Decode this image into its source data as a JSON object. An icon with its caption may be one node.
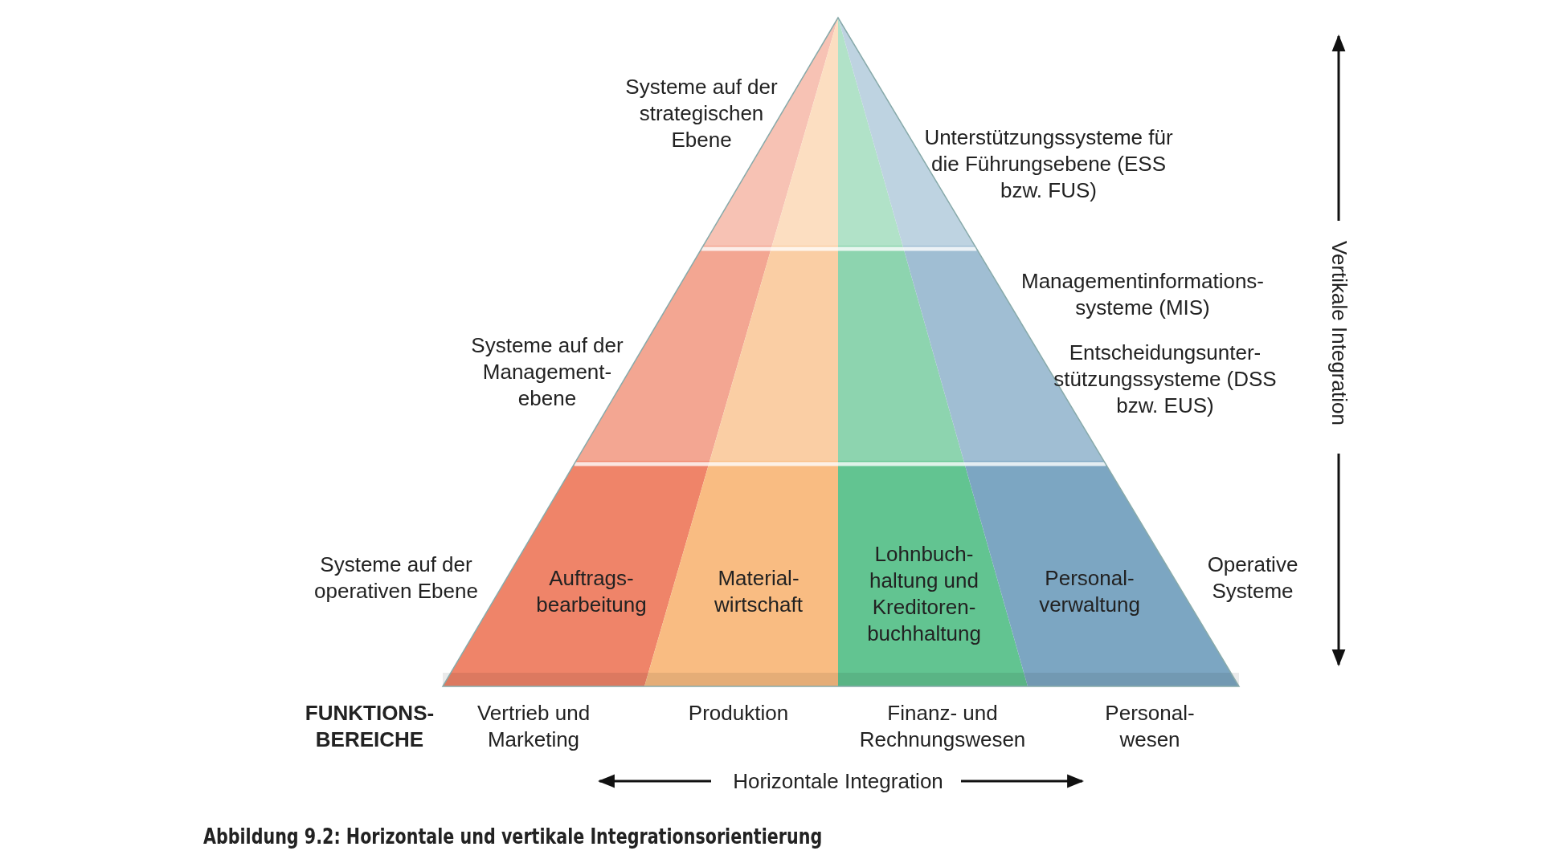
{
  "diagram": {
    "caption": "Abbildung 9.2: Horizontale und vertikale Integrationsorientierung",
    "nodes": [
      {
        "text": [
          "Auftrags- bearbeitung"
        ]
      },
      {
        "text": [
          "Material- wirtschaft"
        ]
      },
      {
        "text": [
          "Lohnbuch- haltung und Kreditoren- buchhaltung"
        ]
      },
      {
        "text": [
          "Personal- verwaltung"
        ]
      }
    ],
    "labels": [
      "Systeme auf der strategischen Ebene",
      "Unterstützungssysteme für die Führungsebene (ESS bzw. FUS)",
      "Managementinformations- systeme (MIS)",
      "Systeme auf der Management- ebene",
      "Entscheidungsunter- stützungssysteme (DSS bzw. EUS)",
      "Vertikale Integration",
      "Systeme auf der operativen Ebene",
      "Operative Systeme",
      "FUNKTIONS- BEREICHE",
      "Vertrieb und Marketing",
      "Produktion",
      "Finanz- und Rechnungswesen",
      "Personal- wesen",
      "Horizontale Integration"
    ]
  }
}
